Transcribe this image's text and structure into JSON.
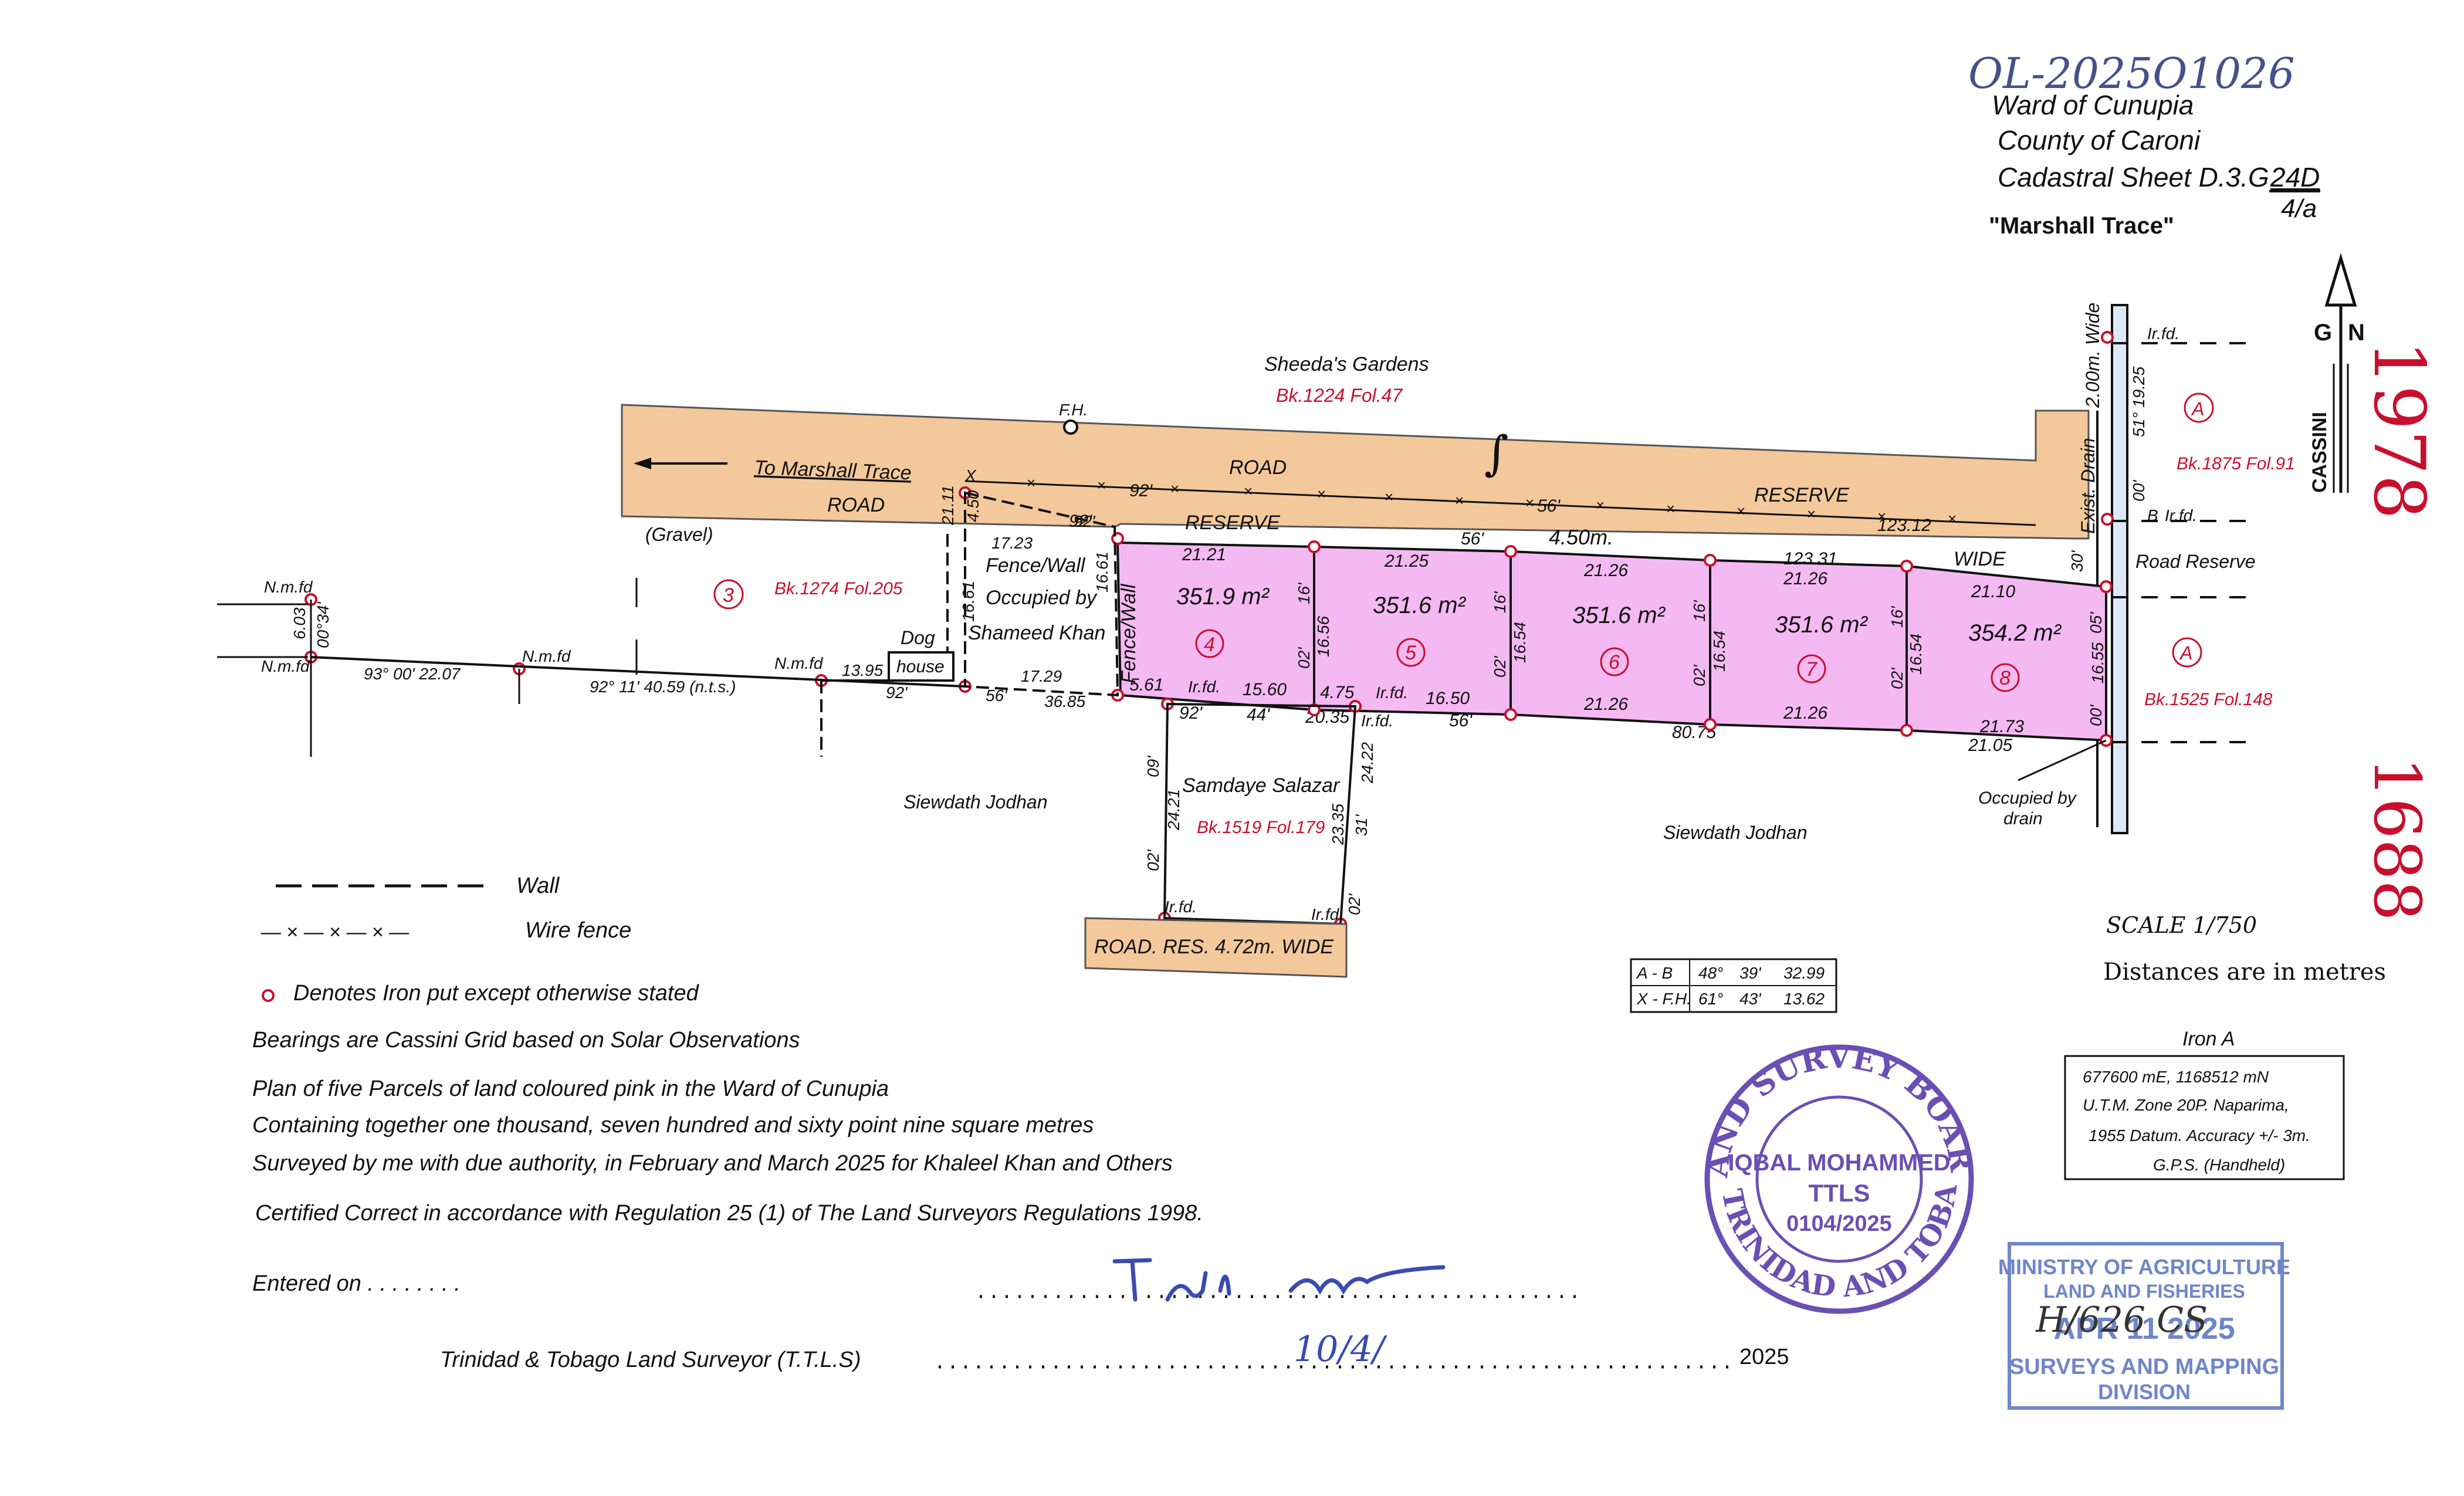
{
  "header": {
    "ref_number": "OL-2025O1026",
    "ward": "Ward of Cunupia",
    "county": "County of Caroni",
    "sheet_prefix": "Cadastral Sheet D.3.G.",
    "sheet_number": "24D",
    "sheet_sub": "4/a",
    "title": "\"Marshall Trace\""
  },
  "north": {
    "letters_g": "G",
    "letters_n": "N",
    "label": "CASSINI"
  },
  "margin_numbers": {
    "top": "1978",
    "bottom": "1688"
  },
  "road": {
    "gardens_name": "Sheeda's Gardens",
    "gardens_ref": "Bk.1224 Fol.47",
    "fh": "F.H.",
    "to_marshall": "To Marshall Trace",
    "word_road": "ROAD",
    "word_reserve": "RESERVE",
    "word_wide": "WIDE",
    "width": "4.50m.",
    "gravel": "(Gravel)",
    "road_reserve": "Road Reserve",
    "drain": "Exist. Drain",
    "drain_width": "2.00m. Wide",
    "road_res_bottom": "ROAD. RES. 4.72m. WIDE"
  },
  "parcels": [
    {
      "num": "4",
      "area": "351.9 m²"
    },
    {
      "num": "5",
      "area": "351.6 m²"
    },
    {
      "num": "6",
      "area": "351.6 m²"
    },
    {
      "num": "7",
      "area": "351.6 m²"
    },
    {
      "num": "8",
      "area": "354.2 m²"
    }
  ],
  "neighbours": {
    "parcel3_num": "3",
    "parcel3_ref": "Bk.1274 Fol.205",
    "a_mark": "A",
    "a_top_ref": "Bk.1875 Fol.91",
    "a_bottom_ref": "Bk.1525 Fol.148",
    "siewdath": "Siewdath Jodhan",
    "samdaye": "Samdaye Salazar",
    "samdaye_ref": "Bk.1519 Fol.179",
    "fence_wall": "Fence/Wall",
    "occupied_by": "Occupied by",
    "shameed": "Shameed Khan",
    "dog": "Dog",
    "house": "house",
    "occupied_drain_1": "Occupied by",
    "occupied_drain_2": "drain"
  },
  "dimensions": {
    "top": [
      "21.21",
      "21.25",
      "21.26",
      "21.26",
      "21.10"
    ],
    "bottom": [
      "15.60",
      "16.50",
      "21.26",
      "21.26",
      "21.73"
    ],
    "sides": [
      "16.61",
      "16.56",
      "16.54",
      "16.54",
      "16.54",
      "16.55"
    ],
    "road_upper": [
      "92'",
      "56'",
      "123.12"
    ],
    "road_lower": [
      "92'",
      "56'",
      "123.31"
    ],
    "bearings_top": [
      "16'",
      "16'",
      "16'"
    ],
    "bearings_side": [
      "02'",
      "02'",
      "02'",
      "02'",
      "05'",
      "00'"
    ],
    "misc": [
      "4.50",
      "21.11",
      "17.23",
      "17.29",
      "36.85",
      "56'",
      "92'",
      "5.61",
      "4.75",
      "20.35",
      "44'",
      "92'",
      "56'",
      "80.75",
      "21.05",
      "30'"
    ],
    "baseline": [
      "93° 00' 22.07",
      "92° 11' 40.59 (n.t.s.)",
      "13.95",
      "92'"
    ],
    "nmfd": [
      "N.m.fd",
      "N.m.fd",
      "N.m.fd",
      "N.m.fd"
    ],
    "west_side": [
      "6.03",
      "00°34'"
    ],
    "samdaye_side": [
      "24.21",
      "09'",
      "02'",
      "24.22",
      "23.35",
      "31'",
      "02'"
    ],
    "irfd": [
      "Ir.fd.",
      "Ir.fd.",
      "Ir.fd.",
      "Ir.fd.",
      "Ir.fd.",
      "Ir.fd."
    ],
    "east_top": [
      "51° 19.25",
      "00'"
    ],
    "x_label": "X",
    "b_label": "B"
  },
  "legend": {
    "wall": "Wall",
    "wire_fence": "Wire fence",
    "iron": "Denotes Iron put except otherwise stated",
    "bearings": "Bearings are Cassini Grid based on Solar Observations",
    "plan": "Plan of five Parcels of land coloured pink in the Ward of Cunupia",
    "containing": "Containing together one thousand, seven hundred and sixty point nine square metres",
    "surveyed": "Surveyed by me with due authority, in February and March 2025 for Khaleel Khan and Others",
    "certified": "Certified Correct in accordance with Regulation 25 (1) of The Land Surveyors Regulations 1998."
  },
  "scale": {
    "scale": "SCALE 1/750",
    "units": "Distances are in metres"
  },
  "bearing_table": [
    {
      "from": "A - B",
      "deg": "48°",
      "min": "39'",
      "dist": "32.99"
    },
    {
      "from": "X - F.H.",
      "deg": "61°",
      "min": "43'",
      "dist": "13.62"
    }
  ],
  "iron_a": {
    "title": "Iron A",
    "lines": [
      "677600 mE, 1168512 mN",
      "U.T.M. Zone 20P. Naparima,",
      "1955 Datum. Accuracy +/- 3m.",
      "G.P.S. (Handheld)"
    ]
  },
  "signature": {
    "entered_on": "Entered on . . . . . . . .",
    "surveyor": "Trinidad & Tobago Land Surveyor (T.T.L.S)",
    "year": "2025",
    "date": "10/4/"
  },
  "stamp_board": {
    "name": "IQBAL MOHAMMED",
    "ttls": "TTLS",
    "number": "0104/2025",
    "ring_top": "LAND SURVEY BOARD",
    "ring_bottom": "OF TRINIDAD AND TOBAGO"
  },
  "stamp_ministry": {
    "line1": "MINISTRY OF AGRICULTURE",
    "line2": "LAND AND FISHERIES",
    "date": "APR 11 2025",
    "handwritten": "H/626 CS",
    "line3": "SURVEYS AND MAPPING",
    "line4": "DIVISION"
  },
  "colors": {
    "road": "#f3c89b",
    "parcel": "#f4b9f2",
    "red": "#c8102e",
    "stamp_purple": "#6b4fb3",
    "stamp_blue": "#6f86c8",
    "drain": "#dce8f6"
  }
}
